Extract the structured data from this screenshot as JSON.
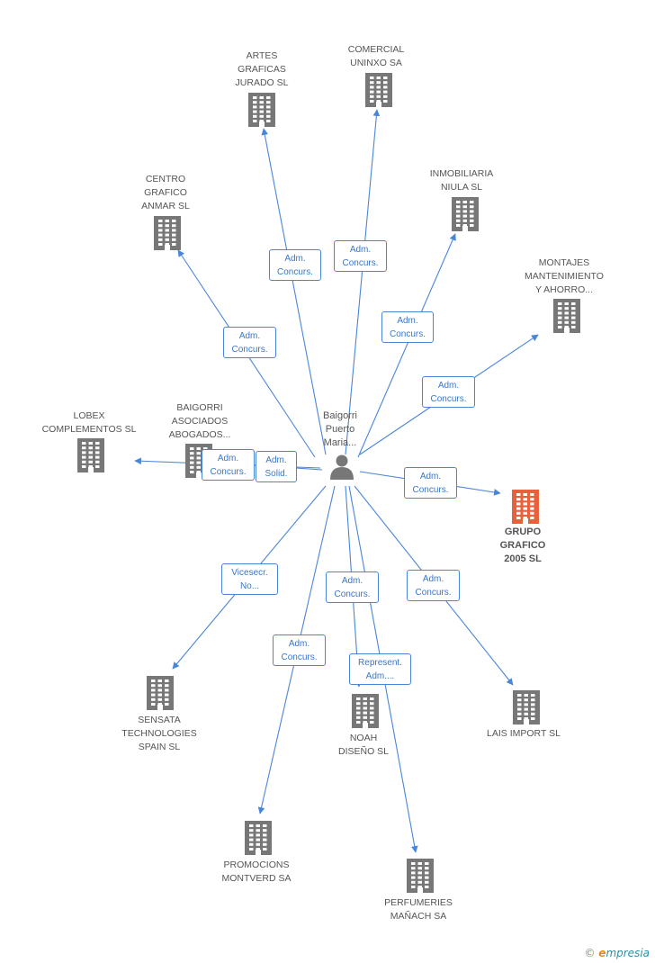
{
  "colors": {
    "edge": "#4a86d8",
    "building": "#777777",
    "building_focus": "#e8603c",
    "person": "#777777",
    "label_text": "#555555",
    "badge_text": "#3a76c8"
  },
  "person": {
    "id": "baigorri",
    "icon": "person-icon",
    "label_lines": [
      "Baigorri",
      "Puerto",
      "Maria..."
    ]
  },
  "companies": [
    {
      "id": "artes",
      "icon": "building-icon",
      "label_lines": [
        "ARTES",
        "GRAFICAS",
        "JURADO SL"
      ]
    },
    {
      "id": "comercial",
      "icon": "building-icon",
      "label_lines": [
        "COMERCIAL",
        "UNINXO SA"
      ]
    },
    {
      "id": "centro",
      "icon": "building-icon",
      "label_lines": [
        "CENTRO",
        "GRAFICO",
        "ANMAR SL"
      ]
    },
    {
      "id": "inmobiliaria",
      "icon": "building-icon",
      "label_lines": [
        "INMOBILIARIA",
        "NIULA SL"
      ]
    },
    {
      "id": "montajes",
      "icon": "building-icon",
      "label_lines": [
        "MONTAJES",
        "MANTENIMIENTO",
        "Y AHORRO..."
      ]
    },
    {
      "id": "lobex",
      "icon": "building-icon",
      "label_lines": [
        "LOBEX",
        "COMPLEMENTOS SL"
      ]
    },
    {
      "id": "baigorri-asoc",
      "icon": "building-icon",
      "label_lines": [
        "BAIGORRI",
        "ASOCIADOS",
        "ABOGADOS..."
      ]
    },
    {
      "id": "grupo",
      "icon": "building-icon",
      "focus": true,
      "label_lines": [
        "GRUPO",
        "GRAFICO",
        "2005 SL"
      ]
    },
    {
      "id": "sensata",
      "icon": "building-icon",
      "label_lines": [
        "SENSATA",
        "TECHNOLOGIES",
        "SPAIN SL"
      ]
    },
    {
      "id": "noah",
      "icon": "building-icon",
      "label_lines": [
        "NOAH",
        "DISEÑO SL"
      ]
    },
    {
      "id": "lais",
      "icon": "building-icon",
      "label_lines": [
        "LAIS IMPORT SL"
      ]
    },
    {
      "id": "promocions",
      "icon": "building-icon",
      "label_lines": [
        "PROMOCIONS",
        "MONTVERD SA"
      ]
    },
    {
      "id": "perfumeries",
      "icon": "building-icon",
      "label_lines": [
        "PERFUMERIES",
        "MAÑACH SA"
      ]
    }
  ],
  "relations": [
    {
      "to": "artes",
      "role_lines": [
        "Adm.",
        "Concurs."
      ]
    },
    {
      "to": "comercial",
      "role_lines": [
        "Adm.",
        "Concurs."
      ]
    },
    {
      "to": "centro",
      "role_lines": [
        "Adm.",
        "Concurs."
      ]
    },
    {
      "to": "inmobiliaria",
      "role_lines": [
        "Adm.",
        "Concurs."
      ]
    },
    {
      "to": "montajes",
      "role_lines": [
        "Adm.",
        "Concurs."
      ]
    },
    {
      "to": "lobex",
      "role_lines": [
        "Adm.",
        "Concurs."
      ]
    },
    {
      "to": "baigorri-asoc",
      "role_lines": [
        "Adm.",
        "Solid."
      ]
    },
    {
      "to": "grupo",
      "role_lines": [
        "Adm.",
        "Concurs."
      ]
    },
    {
      "to": "sensata",
      "role_lines": [
        "Vicesecr.",
        "No..."
      ]
    },
    {
      "to": "noah",
      "role_lines": [
        "Adm.",
        "Concurs."
      ]
    },
    {
      "to": "lais",
      "role_lines": [
        "Adm.",
        "Concurs."
      ]
    },
    {
      "to": "promocions",
      "role_lines": [
        "Adm.",
        "Concurs."
      ]
    },
    {
      "to": "perfumeries",
      "role_lines": [
        "Represent.",
        "Adm...."
      ]
    }
  ],
  "watermark": {
    "symbol": "©",
    "brand_e": "e",
    "brand_rest": "mpresia"
  }
}
